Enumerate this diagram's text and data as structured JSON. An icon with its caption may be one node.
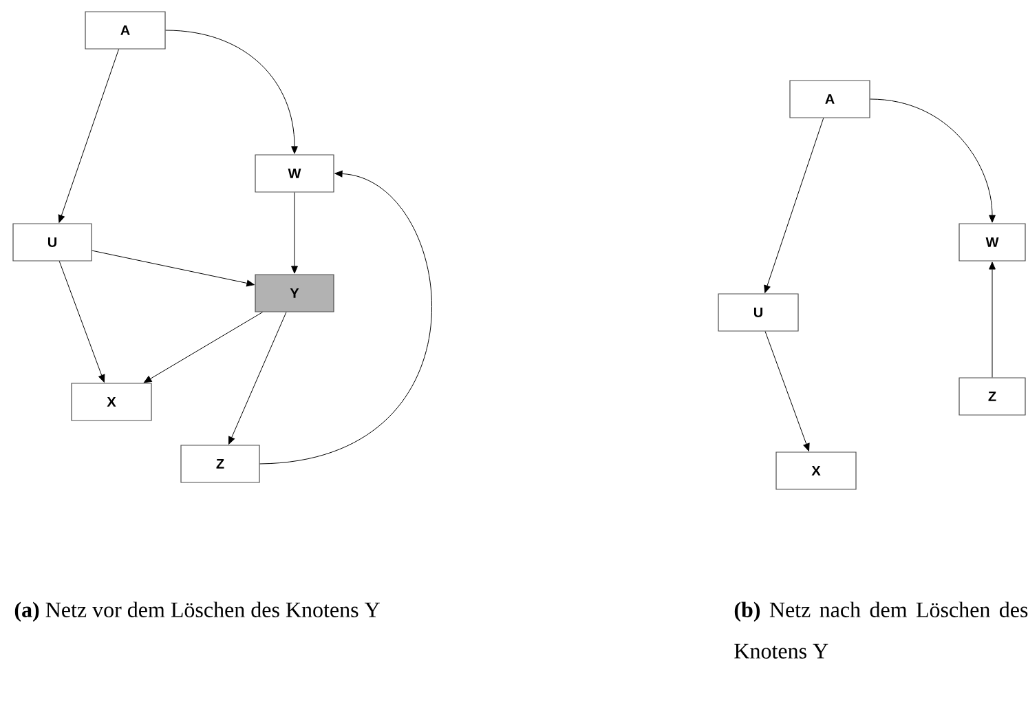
{
  "diagram": {
    "nodes": [
      {
        "text": [
          "A"
        ]
      },
      {
        "text": [
          "W"
        ]
      },
      {
        "text": [
          "U"
        ]
      },
      {
        "text": [
          "Y"
        ]
      },
      {
        "text": [
          "X"
        ]
      },
      {
        "text": [
          "Z"
        ]
      },
      {
        "text": [
          "A"
        ]
      },
      {
        "text": [
          "W"
        ]
      },
      {
        "text": [
          "U"
        ]
      },
      {
        "text": [
          "Z"
        ]
      },
      {
        "text": [
          "X"
        ]
      }
    ],
    "edges": [
      {
        "from": 0,
        "to": 2,
        "arrow": "to"
      },
      {
        "from": 0,
        "to": 1,
        "arrow": "to"
      },
      {
        "from": 1,
        "to": 3,
        "arrow": "to"
      },
      {
        "from": 2,
        "to": 3,
        "arrow": "to"
      },
      {
        "from": 2,
        "to": 4,
        "arrow": "to"
      },
      {
        "from": 3,
        "to": 4,
        "arrow": "to"
      },
      {
        "from": 3,
        "to": 5,
        "arrow": "to"
      },
      {
        "from": 5,
        "to": 1,
        "arrow": "to"
      },
      {
        "from": 6,
        "to": 8,
        "arrow": "to"
      },
      {
        "from": 6,
        "to": 7,
        "arrow": "to"
      },
      {
        "from": 8,
        "to": 10,
        "arrow": "to"
      },
      {
        "from": 9,
        "to": 7,
        "arrow": "to"
      }
    ],
    "labels": [
      "**(a)** Netz vor dem Löschen des Knotens Y",
      "**(b)** Netz nach dem Löschen des Knotens Y"
    ]
  }
}
